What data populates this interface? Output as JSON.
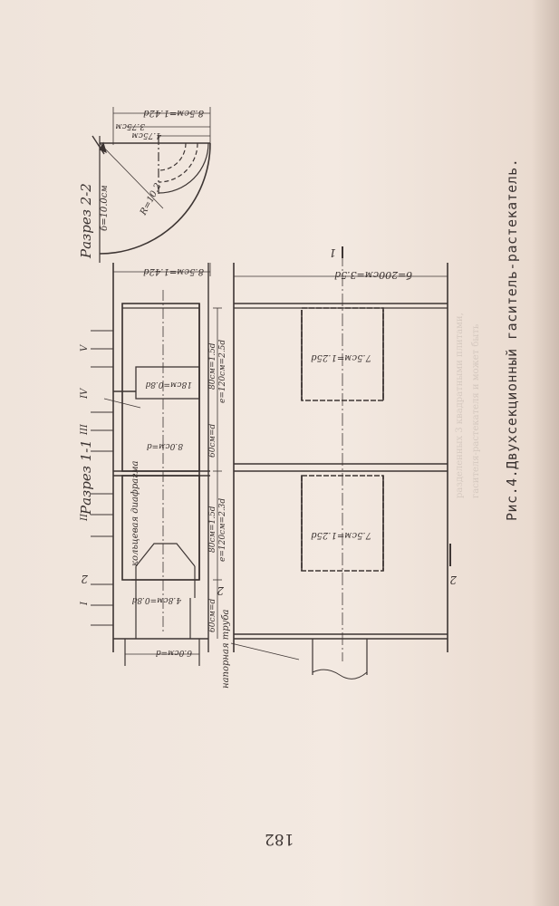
{
  "caption": "Рис.4.Двухсекционный гаситель-растекатель.",
  "page_number": "182",
  "section_labels": {
    "section_1": "Разрез 1-1",
    "section_2": "Разрез 2-2"
  },
  "top_dims": {
    "a": "8.5см=1.42d",
    "b": "3.75см",
    "c": "4.75см",
    "d": "8.5см=1.42d"
  },
  "radius_label": "R=10.2",
  "b_label": "б=10.0см",
  "mid_dims": {
    "a": "18см=0.8d",
    "b": "80см=1.5d",
    "c": "e=120см=2.5d",
    "d": "60см=d",
    "e": "8.0см=d",
    "f": "80см=1.5d",
    "g": "e=120см=2.3d",
    "h": "60см=d",
    "i": "4.8см=0.8d",
    "j": "6.0см=d"
  },
  "diaphragm_label": "кольцевая диафрагма",
  "pipe_label": "напорная труба",
  "right_dims": {
    "b_total": "б=200см=3.5d",
    "win1": "7.5см=1.25d",
    "win2": "7.5см=1.25d"
  },
  "roman": [
    "I",
    "II",
    "III",
    "IV",
    "V"
  ],
  "num_1": "1",
  "num_2a": "2",
  "num_2b": "2",
  "num_2c": "2",
  "bleed_lines": [
    "разделенных 3 квадратными плитами,",
    "гасителя-растекателя и может быть"
  ],
  "colors": {
    "paper": "#f1e7df",
    "ink": "#3a3230"
  }
}
